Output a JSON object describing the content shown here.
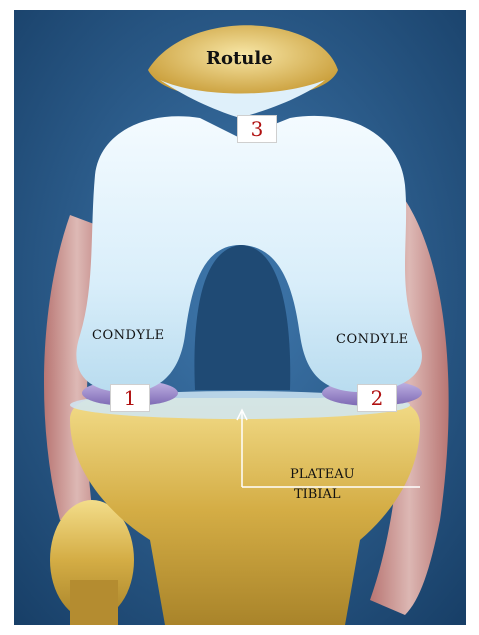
{
  "labels": {
    "rotule": "Rotule",
    "condyle_left": "CONDYLE",
    "condyle_right": "CONDYLE",
    "plateau_line1": "PLATEAU",
    "plateau_line2": "TIBIAL"
  },
  "markers": {
    "one": "1",
    "two": "2",
    "three": "3"
  },
  "colors": {
    "background": "#23517e",
    "femur": "#dff0fa",
    "bone": "#d7b34a",
    "meniscus": "#9a88c9",
    "ligament": "#e3a49a",
    "marker_text": "#b01010"
  }
}
